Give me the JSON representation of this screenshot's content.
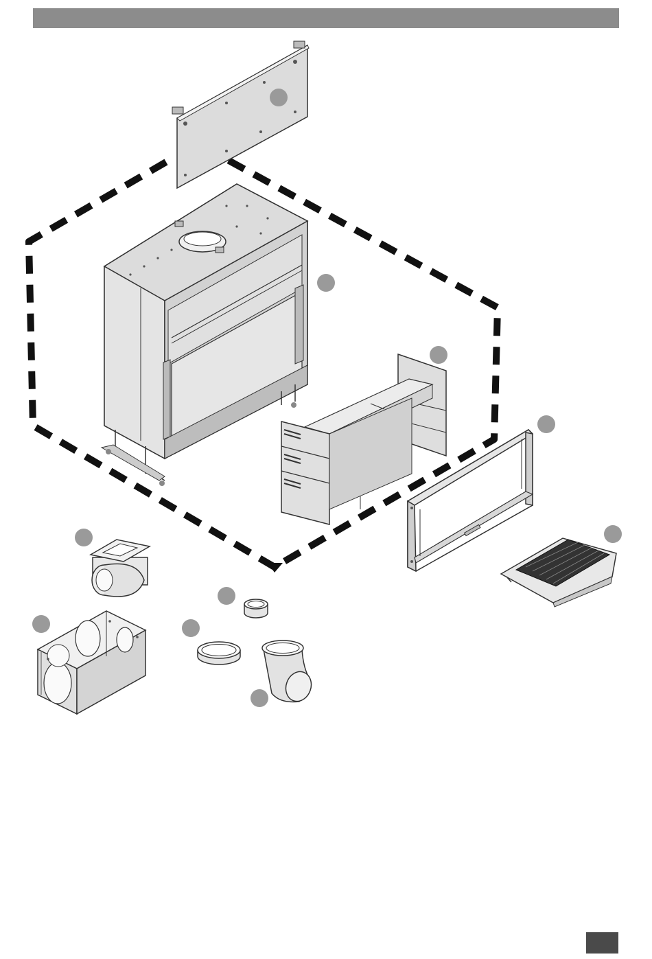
{
  "diagram": {
    "components": [
      {
        "id": "top-panel",
        "marker": ""
      },
      {
        "id": "firebox-body",
        "marker": ""
      },
      {
        "id": "refractory-lining",
        "marker": ""
      },
      {
        "id": "front-frame",
        "marker": ""
      },
      {
        "id": "ash-grate",
        "marker": ""
      },
      {
        "id": "air-inlet-adapter",
        "marker": ""
      },
      {
        "id": "air-box",
        "marker": ""
      },
      {
        "id": "small-ring",
        "marker": ""
      },
      {
        "id": "large-ring",
        "marker": ""
      },
      {
        "id": "elbow-duct",
        "marker": ""
      }
    ],
    "colors": {
      "header_bar": "#8c8c8c",
      "page_tab": "#4a4a4a",
      "part_fill": "#dcdcdc",
      "part_stroke": "#333333",
      "marker_fill": "#9a9a9a",
      "boundary_dash": "#111111"
    }
  }
}
